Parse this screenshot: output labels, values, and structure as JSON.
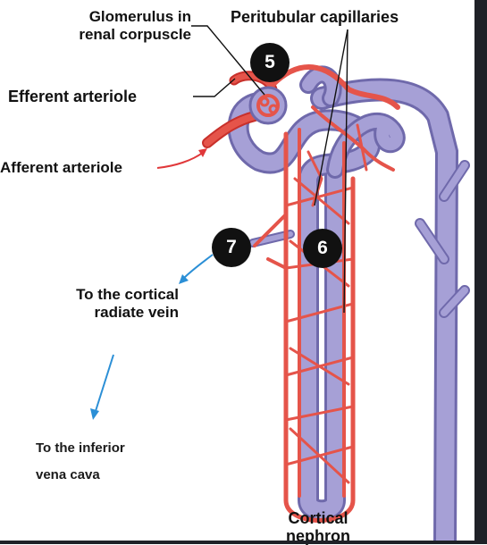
{
  "labels": {
    "glomerulus_line1": "Glomerulus in",
    "glomerulus_line2": "renal corpuscle",
    "peritubular": "Peritubular capillaries",
    "efferent": "Efferent arteriole",
    "afferent": "Afferent arteriole",
    "cortical_vein_line1": "To the cortical",
    "cortical_vein_line2": "radiate vein",
    "ivc_line1": "To the inferior",
    "ivc_line2": "vena cava",
    "nephron_line1": "Cortical",
    "nephron_line2": "nephron"
  },
  "steps": {
    "five": "5",
    "six": "6",
    "seven": "7"
  },
  "colors": {
    "artery": "#e5544a",
    "artery_dark": "#c8302b",
    "vein": "#9a94cd",
    "vein_dark": "#6f69ab",
    "arrow_red": "#e0383a",
    "arrow_blue": "#2b8fd6",
    "badge": "#111111"
  },
  "icons": {
    "afferent_arrow": "red-arrow-icon",
    "vein_arrow": "blue-arrow-icon",
    "ivc_arrow": "blue-arrow-icon"
  }
}
